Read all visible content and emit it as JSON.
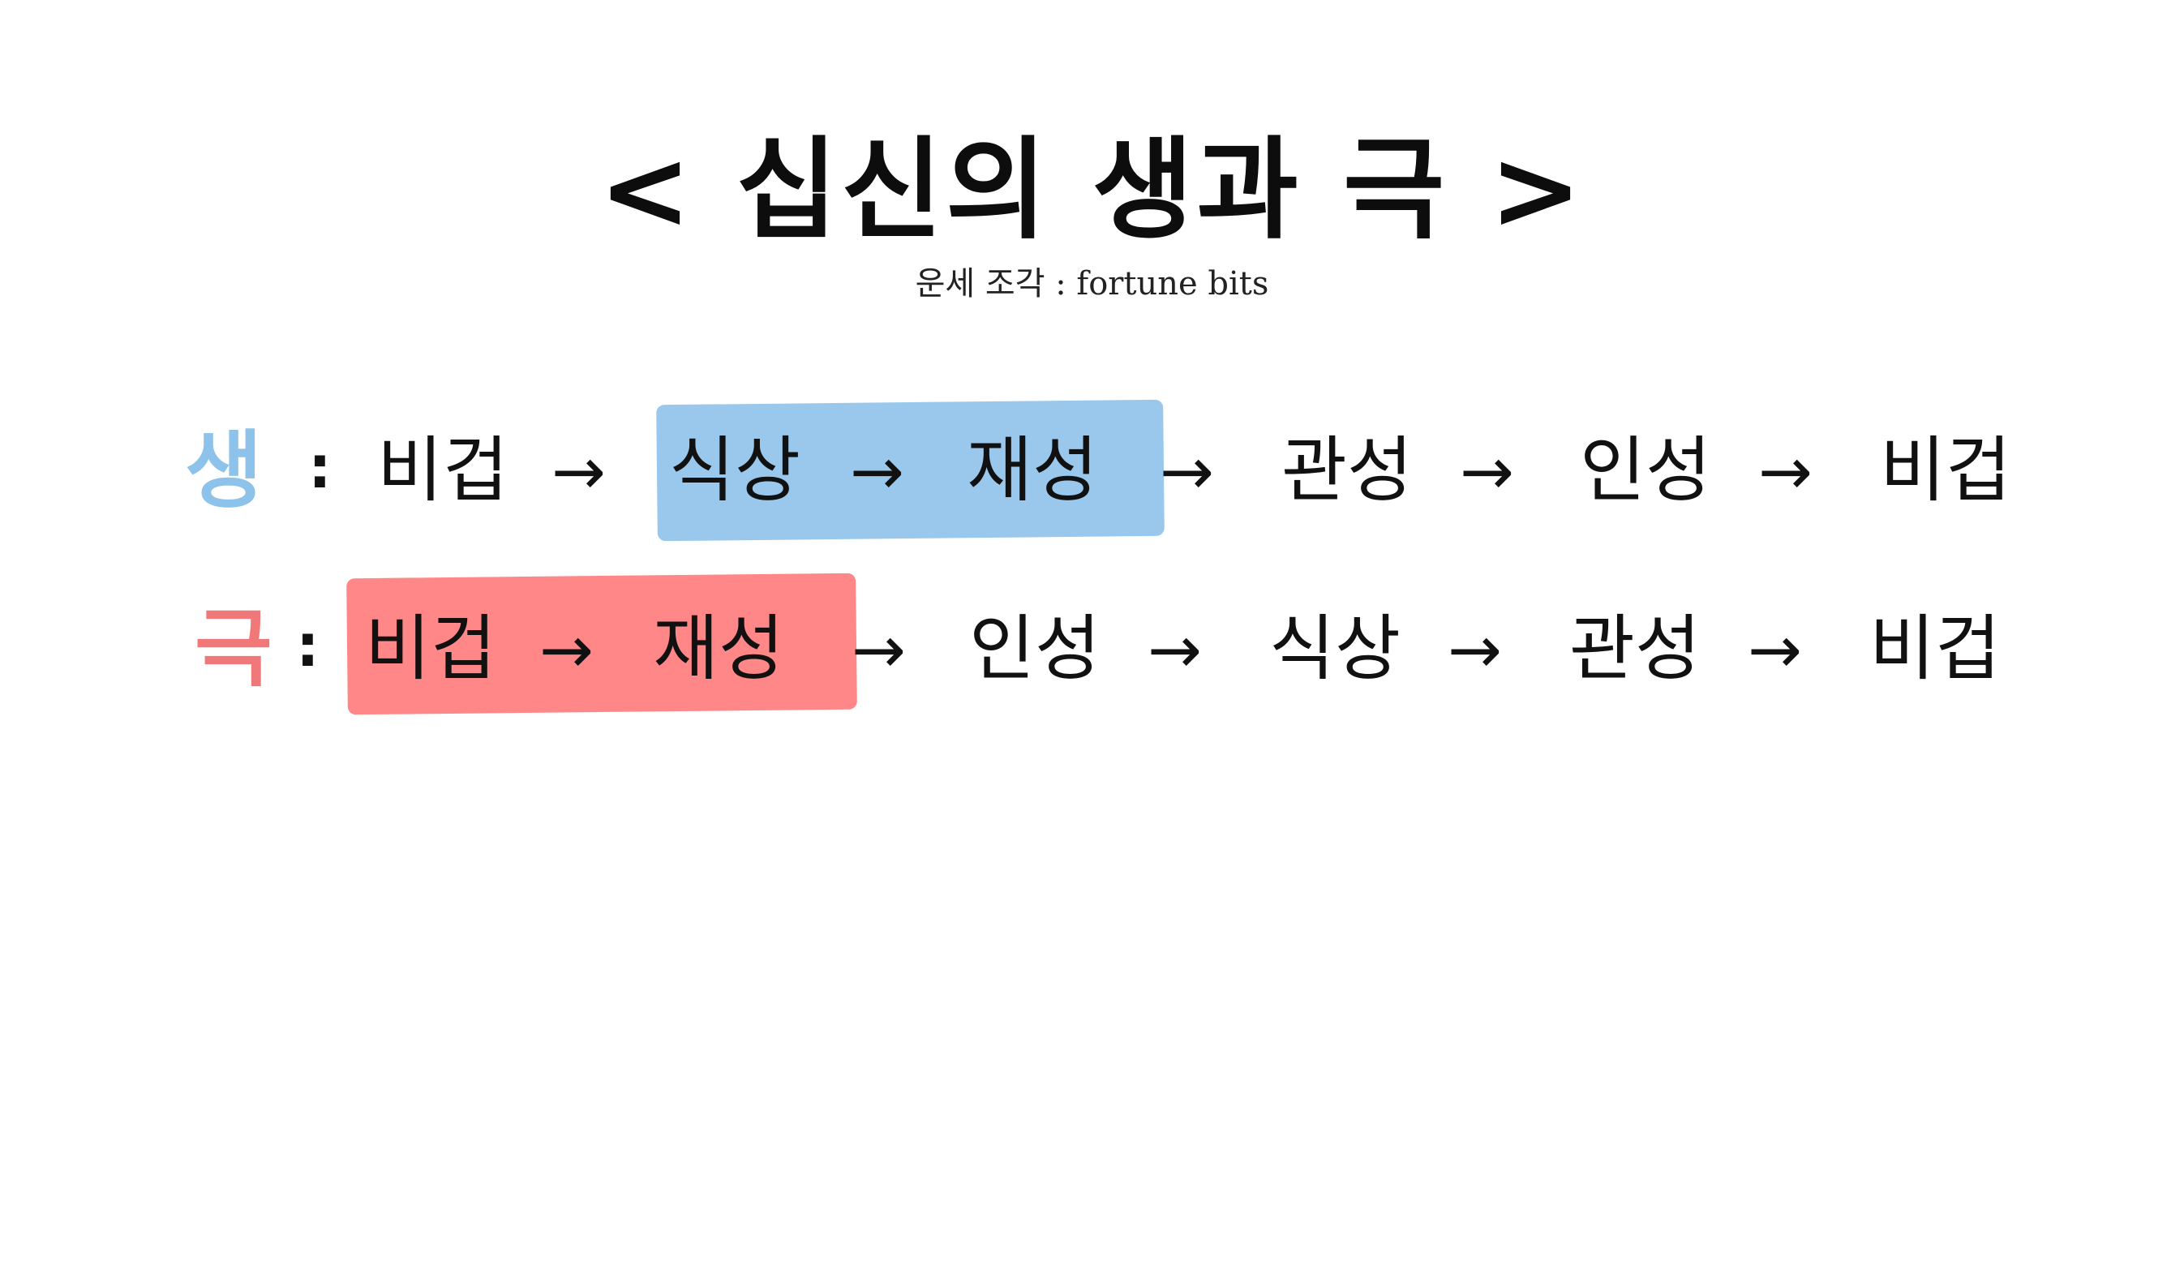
{
  "title": "< 십신의 생과 극 >",
  "subtitle": "운세 조각 : fortune bits",
  "colors": {
    "saeng_label": "#8dc3ea",
    "geuk_label": "#f07878",
    "saeng_highlight": "#9ac8ec",
    "geuk_highlight": "#ff8787"
  },
  "rows": {
    "saeng": {
      "label": "생",
      "colon": ":",
      "terms": [
        "비겁",
        "식상",
        "재성",
        "관성",
        "인성",
        "비겁"
      ],
      "arrow": "→",
      "highlighted_terms": [
        "식상",
        "재성"
      ]
    },
    "geuk": {
      "label": "극",
      "colon": ":",
      "terms": [
        "비겁",
        "재성",
        "인성",
        "식상",
        "관성",
        "비겁"
      ],
      "arrow": "→",
      "highlighted_terms": [
        "비겁",
        "재성"
      ]
    }
  }
}
